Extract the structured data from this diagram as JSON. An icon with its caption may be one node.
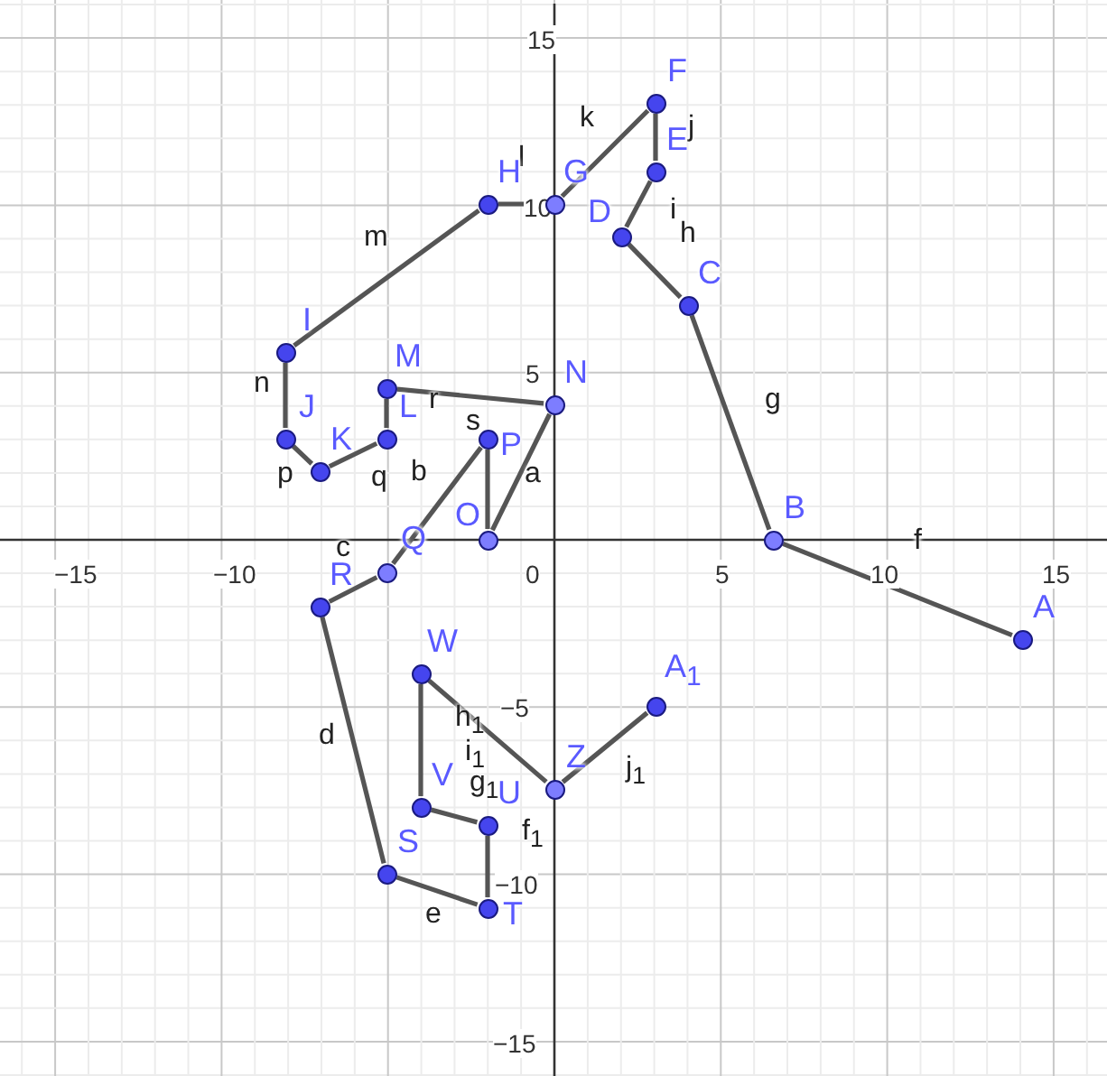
{
  "diagram": {
    "nodes": [
      {
        "text": [
          "A"
        ]
      },
      {
        "text": [
          "B"
        ]
      },
      {
        "text": [
          "C"
        ]
      },
      {
        "text": [
          "D"
        ]
      },
      {
        "text": [
          "E"
        ]
      },
      {
        "text": [
          "F"
        ]
      },
      {
        "text": [
          "G"
        ]
      },
      {
        "text": [
          "H"
        ]
      },
      {
        "text": [
          "I"
        ]
      },
      {
        "text": [
          "J"
        ]
      },
      {
        "text": [
          "K"
        ]
      },
      {
        "text": [
          "L"
        ]
      },
      {
        "text": [
          "M"
        ]
      },
      {
        "text": [
          "N"
        ]
      },
      {
        "text": [
          "O"
        ]
      },
      {
        "text": [
          "P"
        ]
      },
      {
        "text": [
          "Q"
        ]
      },
      {
        "text": [
          "R"
        ]
      },
      {
        "text": [
          "S"
        ]
      },
      {
        "text": [
          "T"
        ]
      },
      {
        "text": [
          "U"
        ]
      },
      {
        "text": [
          "V"
        ]
      },
      {
        "text": [
          "W"
        ]
      },
      {
        "text": [
          "Z"
        ]
      },
      {
        "text": [
          "A$_{1}$"
        ]
      }
    ],
    "edges": [
      {
        "from": 0,
        "to": 1,
        "arrow": "none",
        "label": "f"
      },
      {
        "from": 1,
        "to": 2,
        "arrow": "none",
        "label": "g"
      },
      {
        "from": 2,
        "to": 3,
        "arrow": "none",
        "label": "h"
      },
      {
        "from": 3,
        "to": 4,
        "arrow": "none",
        "label": "i"
      },
      {
        "from": 4,
        "to": 5,
        "arrow": "none",
        "label": "j"
      },
      {
        "from": 5,
        "to": 6,
        "arrow": "none",
        "label": "k"
      },
      {
        "from": 6,
        "to": 7,
        "arrow": "none",
        "label": "l"
      },
      {
        "from": 7,
        "to": 8,
        "arrow": "none",
        "label": "m"
      },
      {
        "from": 8,
        "to": 9,
        "arrow": "none",
        "label": "n"
      },
      {
        "from": 9,
        "to": 10,
        "arrow": "none",
        "label": "p"
      },
      {
        "from": 10,
        "to": 11,
        "arrow": "none",
        "label": "q"
      },
      {
        "from": 11,
        "to": 12,
        "arrow": "none"
      },
      {
        "from": 12,
        "to": 13,
        "arrow": "none",
        "label": "r"
      },
      {
        "from": 13,
        "to": 14,
        "arrow": "none",
        "label": "a"
      },
      {
        "from": 14,
        "to": 15,
        "arrow": "none",
        "label": "s"
      },
      {
        "from": 15,
        "to": 16,
        "arrow": "none",
        "label": "b"
      },
      {
        "from": 16,
        "to": 17,
        "arrow": "none",
        "label": "c"
      },
      {
        "from": 17,
        "to": 18,
        "arrow": "none",
        "label": "d"
      },
      {
        "from": 18,
        "to": 19,
        "arrow": "none",
        "label": "e"
      },
      {
        "from": 19,
        "to": 20,
        "arrow": "none",
        "label": "f$_{1}$"
      },
      {
        "from": 20,
        "to": 21,
        "arrow": "none",
        "label": "g$_{1}$"
      },
      {
        "from": 21,
        "to": 22,
        "arrow": "none",
        "label": "h$_{1}$"
      },
      {
        "from": 22,
        "to": 23,
        "arrow": "none",
        "label": "i$_{1}$"
      },
      {
        "from": 23,
        "to": 24,
        "arrow": "none",
        "label": "j$_{1}$"
      }
    ],
    "labels": [
      "15",
      "10",
      "5",
      "−15",
      "−10",
      "0",
      "5",
      "10",
      "15",
      "−5",
      "−10",
      "−15"
    ]
  }
}
